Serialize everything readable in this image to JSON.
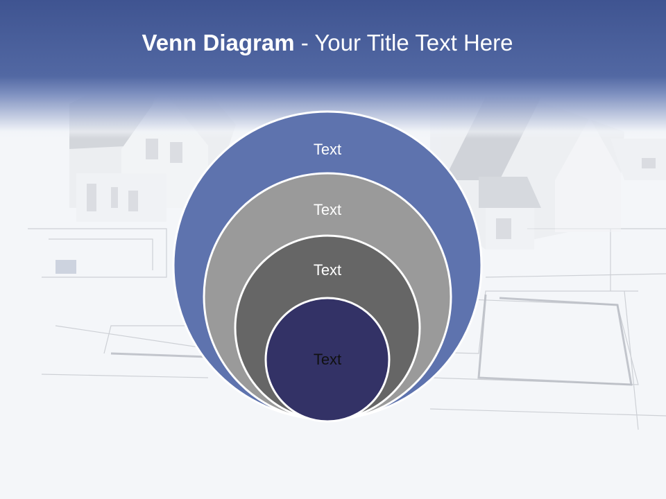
{
  "title": {
    "bold": "Venn Diagram",
    "rest": " - Your Title Text Here"
  },
  "diagram": {
    "rings": [
      {
        "label": "Text",
        "color": "#5e73ae"
      },
      {
        "label": "Text",
        "color": "#9a9a9a"
      },
      {
        "label": "Text",
        "color": "#666666"
      },
      {
        "label": "Text",
        "color": "#333266"
      }
    ]
  },
  "theme": {
    "header_color": "#4a5f9c",
    "ring_stroke": "#ffffff"
  }
}
